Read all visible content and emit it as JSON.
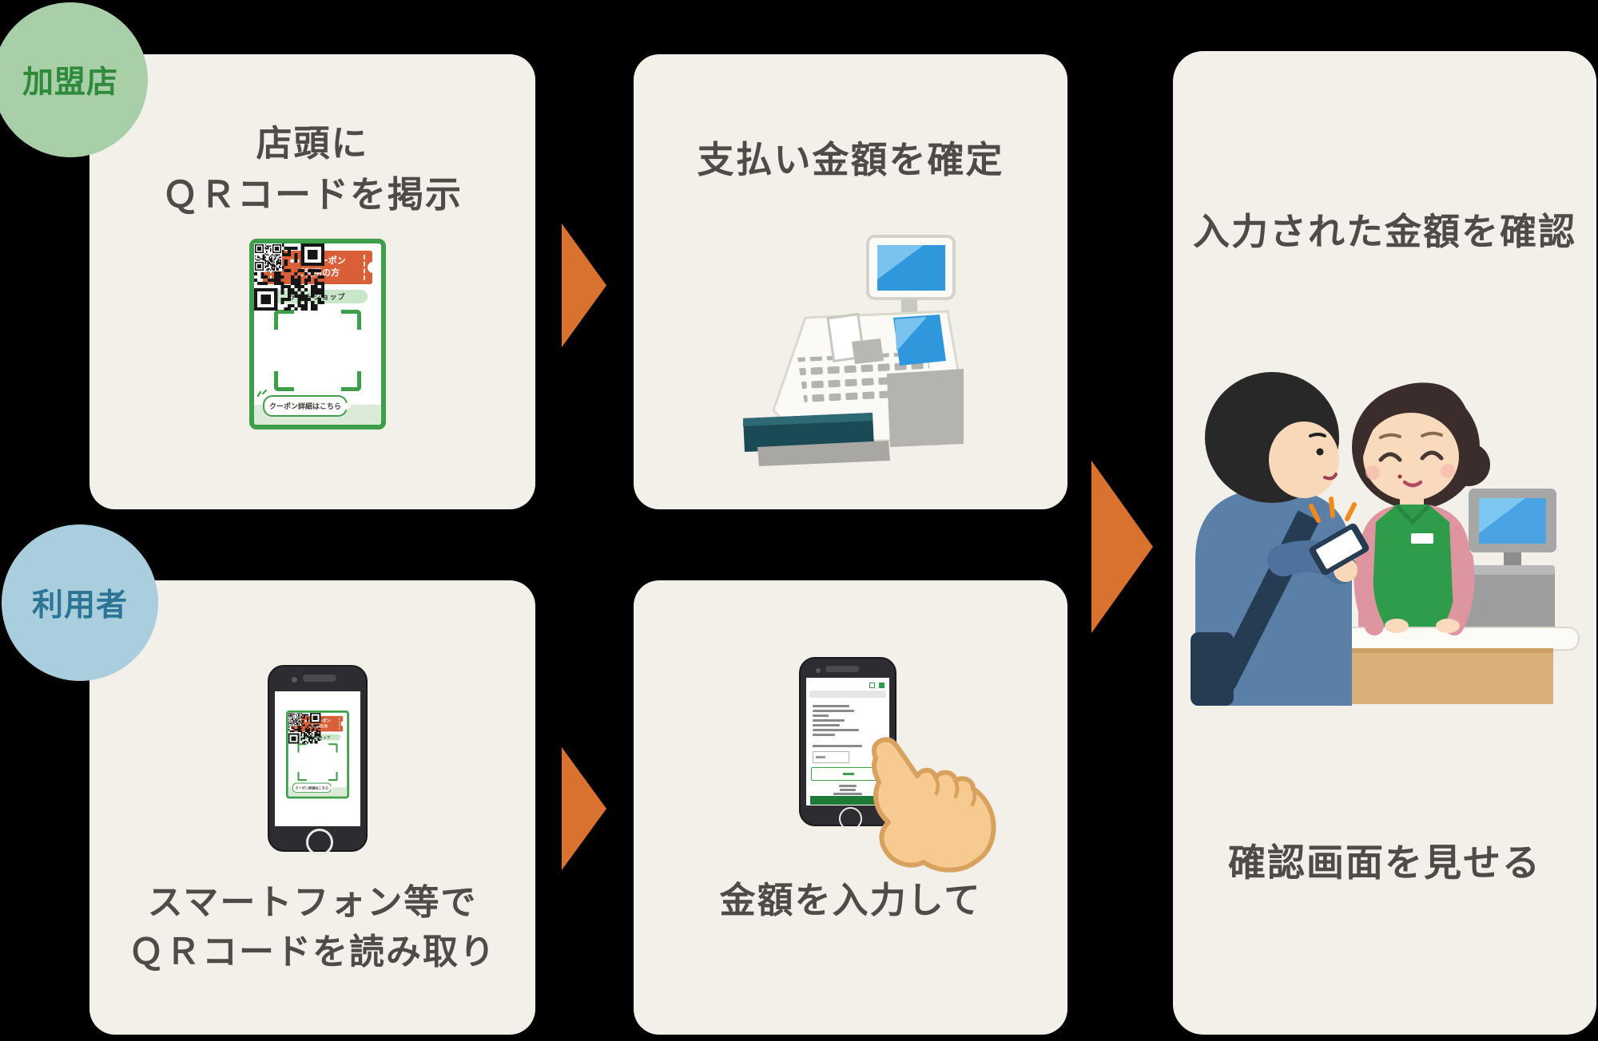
{
  "diagram": {
    "actors": [
      {
        "id": "merchant",
        "label": "加盟店"
      },
      {
        "id": "user",
        "label": "利用者"
      }
    ],
    "steps": {
      "display_qr": {
        "line1": "店頭に",
        "line2": "ＱＲコードを掲示"
      },
      "confirm_amount": {
        "title": "支払い金額を確定"
      },
      "scan_qr": {
        "line1": "スマートフォン等で",
        "line2": "ＱＲコードを読み取り"
      },
      "enter_amount": {
        "title": "金額を入力して"
      },
      "verify": {
        "title_top": "入力された金額を確認",
        "title_bottom": "確認画面を見せる"
      }
    },
    "poster": {
      "header_line1": "●●●●クーポン",
      "header_line2": "ご利用の方",
      "shop_name": "テストショップ",
      "footer_label": "クーポン詳細はこちら"
    },
    "colors": {
      "background": "#000000",
      "panel": "#f2f0e9",
      "title_text": "#4f4b47",
      "arrow_orange": "#d9722f",
      "merchant_badge_bg": "#a9cfa9",
      "merchant_badge_text": "#2e8b3c",
      "user_badge_bg": "#a9cede",
      "user_badge_text": "#2c7494",
      "poster_frame_green": "#3f9e49",
      "poster_header_orange": "#d95f38",
      "poster_pill_green": "#c9e5ca",
      "screen_blue": "#2f98dd",
      "apron_green": "#2f9c4a",
      "sweater_blue": "#5b80a8",
      "counter_tan": "#d9b078",
      "hand_skin": "#f6ca90",
      "form_button_green": "#1f7a35"
    }
  }
}
